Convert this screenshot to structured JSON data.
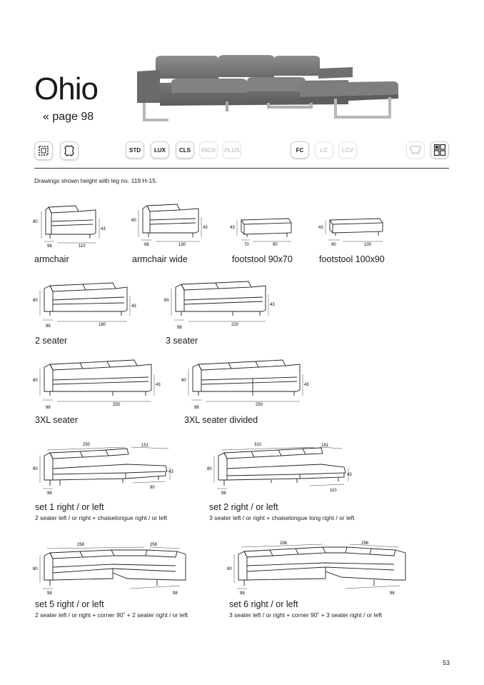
{
  "header": {
    "title": "Ohio",
    "page_ref": "« page 98"
  },
  "icons": {
    "left": [
      "frame-icon",
      "leather-hide-icon"
    ],
    "right": [
      "armchair-outline-icon",
      "configuration-grid-icon"
    ]
  },
  "chips": [
    {
      "label": "STD",
      "active": true
    },
    {
      "label": "LUX",
      "active": true
    },
    {
      "label": "CLS",
      "active": true
    },
    {
      "label": "RICH",
      "active": false
    },
    {
      "label": "PLUS",
      "active": false
    },
    {
      "label": "FC",
      "active": true
    },
    {
      "label": "LC",
      "active": false
    },
    {
      "label": "LCV",
      "active": false
    }
  ],
  "note": "Drawings shown height with leg no. 119 H-15.",
  "items": {
    "armchair": {
      "label": "armchair",
      "dims": [
        "80",
        "43",
        "98",
        "110"
      ]
    },
    "armchair_wide": {
      "label": "armchair wide",
      "dims": [
        "80",
        "43",
        "98",
        "130"
      ]
    },
    "footstool_90x70": {
      "label": "footstool 90x70",
      "dims": [
        "43",
        "70",
        "90"
      ]
    },
    "footstool_100x90": {
      "label": "footstool 100x90",
      "dims": [
        "43",
        "90",
        "100"
      ]
    },
    "seater2": {
      "label": "2 seater",
      "dims": [
        "80",
        "43",
        "98",
        "180"
      ]
    },
    "seater3": {
      "label": "3 seater",
      "dims": [
        "80",
        "43",
        "98",
        "220"
      ]
    },
    "seater3xl": {
      "label": "3XL seater",
      "dims": [
        "80",
        "43",
        "98",
        "250"
      ]
    },
    "seater3xl_div": {
      "label": "3XL seater divided",
      "dims": [
        "80",
        "43",
        "98",
        "250"
      ]
    },
    "set1": {
      "label": "set 1 right / or left",
      "sub": "2 seater left / or right + chaiselongue right / or left",
      "dims": [
        "250",
        "151",
        "80",
        "43",
        "98",
        "90"
      ]
    },
    "set2": {
      "label": "set 2 right / or left",
      "sub": "3 seater left / or right + chaiselongue long right / or left",
      "dims": [
        "310",
        "181",
        "80",
        "43",
        "98",
        "110"
      ]
    },
    "set5": {
      "label": "set 5 right / or left",
      "sub": "2 seater left / or right + corner 90˚ + 2 seater right / or left",
      "dims": [
        "258",
        "258",
        "80",
        "98",
        "98"
      ]
    },
    "set6": {
      "label": "set 6 right / or left",
      "sub": "3 seater left / or right + corner 90˚ + 3 seater right / or left",
      "dims": [
        "298",
        "298",
        "80",
        "98",
        "98"
      ]
    }
  },
  "page_number": "53"
}
